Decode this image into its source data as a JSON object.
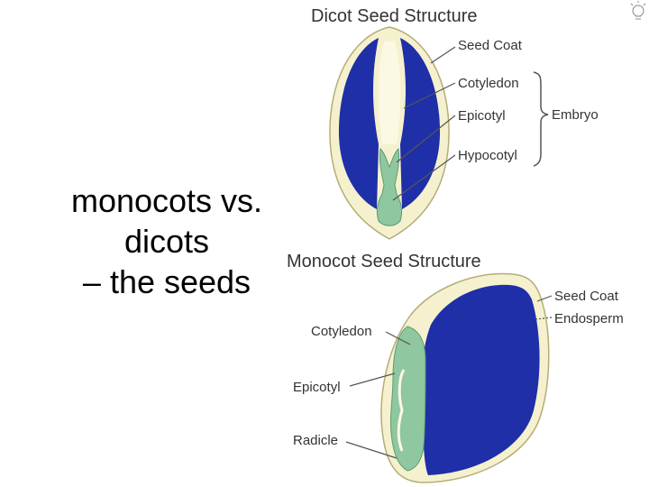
{
  "slide": {
    "title_lines": [
      "monocots vs.",
      "dicots",
      "– the seeds"
    ]
  },
  "dicot": {
    "heading": "Dicot Seed Structure",
    "labels": {
      "seed_coat": "Seed Coat",
      "cotyledon": "Cotyledon",
      "epicotyl": "Epicotyl",
      "hypocotyl": "Hypocotyl",
      "embryo": "Embryo"
    }
  },
  "monocot": {
    "heading": "Monocot Seed Structure",
    "labels": {
      "seed_coat": "Seed Coat",
      "endosperm": "Endosperm",
      "cotyledon": "Cotyledon",
      "epicotyl": "Epicotyl",
      "radicle": "Radicle"
    }
  },
  "colors": {
    "seed_coat": "#f5f1cf",
    "cotyledon": "#1f2fa8",
    "endosperm": "#1f2fa8",
    "embryo": "#8ec7a0",
    "center": "#fbf9e4",
    "line": "#555555"
  }
}
